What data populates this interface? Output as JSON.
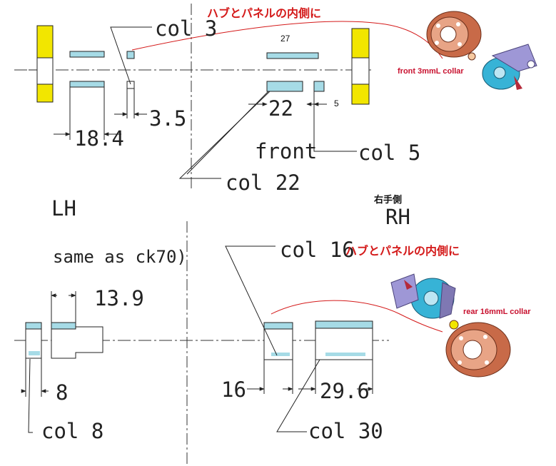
{
  "colors": {
    "bushing_fill": "#a6dbe6",
    "panel_yellow": "#f2e600",
    "leader_red": "#d41a1a",
    "hub_copper": "#c86a48",
    "knuckle_cyan": "#37b3d6"
  },
  "top": {
    "annotation_jp": "ハブとパネルの内側に",
    "col3": "col 3",
    "dim_27": "27",
    "front_collar_label": "front 3mmL collar",
    "dim_3_5": "3.5",
    "dim_22": "22",
    "dim_5": "5",
    "dim_18_4": "18.4",
    "front": "front",
    "col5": "col 5",
    "col22": "col 22",
    "lh": "LH",
    "rh_jp": "右手側",
    "rh": "RH"
  },
  "bottom": {
    "same_as": "same as ck70)",
    "col16": "col 16",
    "annotation_jp": "ハブとパネルの内側に",
    "dim_13_9": "13.9",
    "rear_collar_label": "rear 16mmL collar",
    "dim_8": "8",
    "dim_16": "16",
    "dim_29_6": "29.6",
    "col8": "col 8",
    "col30": "col 30"
  },
  "icons": [
    "front-hub-icon",
    "front-knuckle-icon",
    "rear-knuckle-icon",
    "rear-hub-icon"
  ]
}
